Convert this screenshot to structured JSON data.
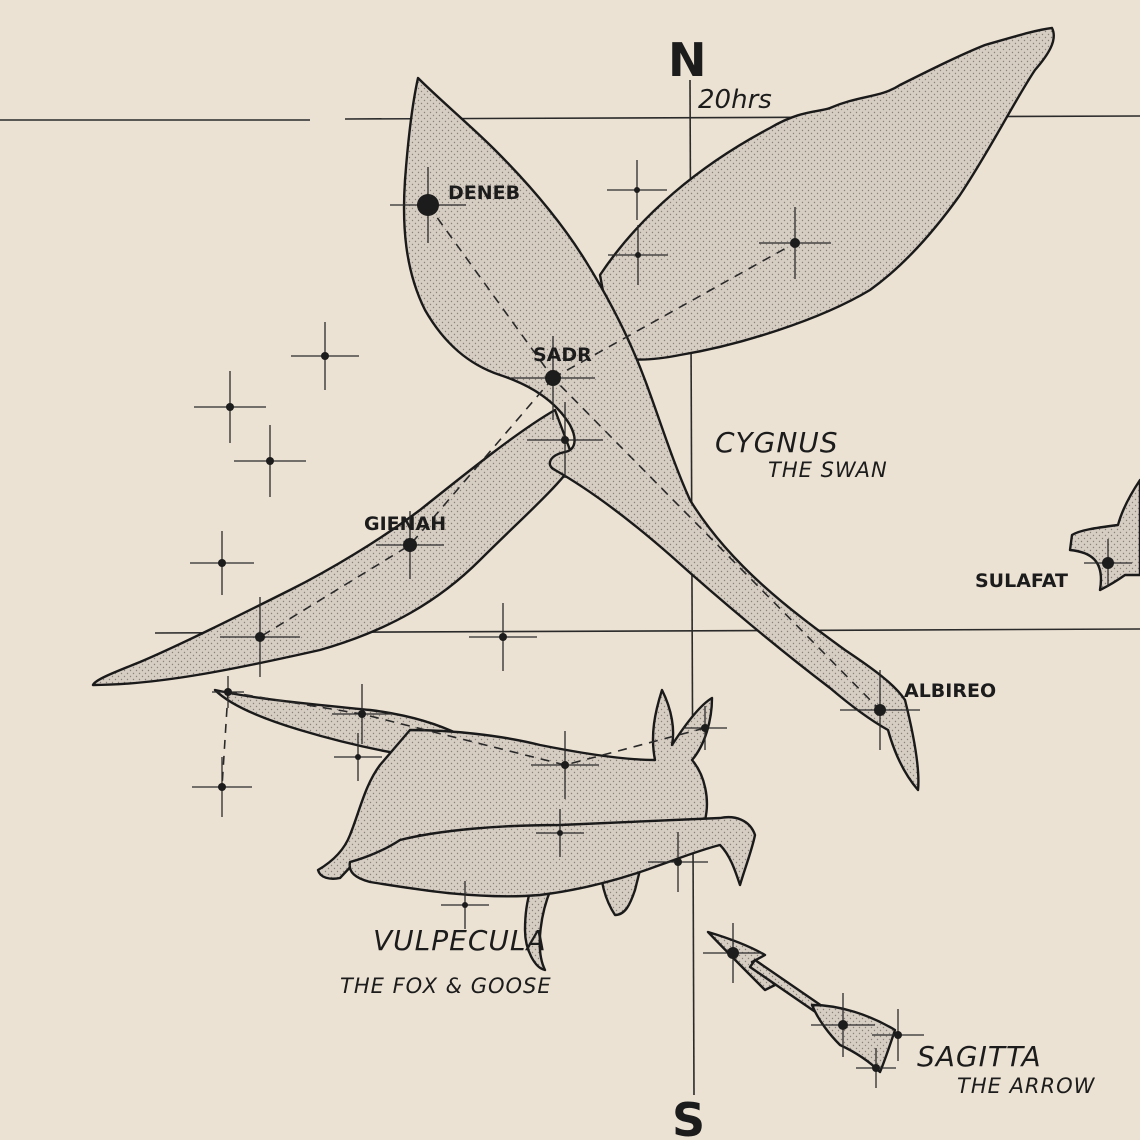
{
  "directions": {
    "north": "N",
    "south": "S"
  },
  "meridian_label": "20hrs",
  "constellations": [
    {
      "id": "cygnus",
      "name": "CYGNUS",
      "subtitle": "THE SWAN"
    },
    {
      "id": "vulpecula",
      "name": "VULPECULA",
      "subtitle": "THE FOX & GOOSE"
    },
    {
      "id": "sagitta",
      "name": "SAGITTA",
      "subtitle": "THE ARROW"
    }
  ],
  "stars": [
    {
      "name": "DENEB"
    },
    {
      "name": "SADR"
    },
    {
      "name": "GIENAH"
    },
    {
      "name": "ALBIREO"
    },
    {
      "name": "SULAFAT"
    }
  ],
  "colors": {
    "paper": "#ece2d3",
    "ink": "#1c1c1c",
    "figure_fill": "#d6cdc3"
  }
}
